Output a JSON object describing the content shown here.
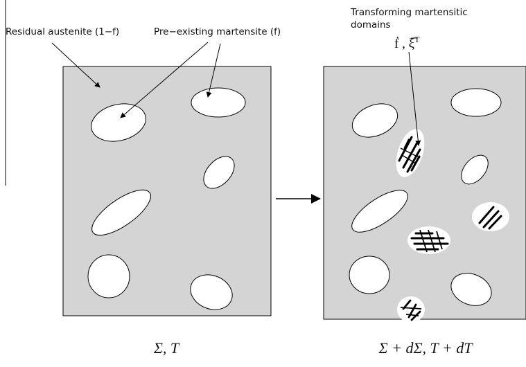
{
  "labels": {
    "residual_austenite": "Residual austenite (1−f)",
    "pre_existing_martensite": "Pre−existing martensite (f)",
    "transforming_line1": "Transforming martensitic",
    "transforming_line2": "domains",
    "rate_symbols": "ḟ , ξ̅",
    "rate_superscript": "T"
  },
  "captions": {
    "left": "Σ, T",
    "right": "Σ + dΣ, T + dT"
  },
  "colors": {
    "matrix": "#d4d4d4",
    "inclusion": "#ffffff",
    "stroke": "#000000"
  }
}
